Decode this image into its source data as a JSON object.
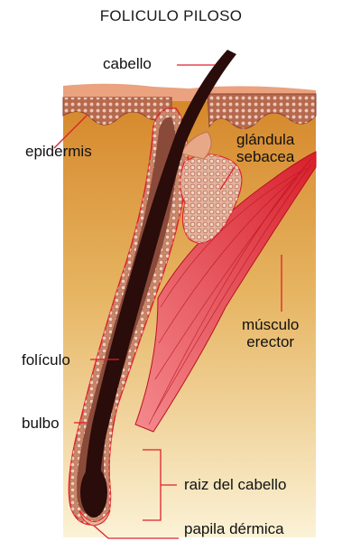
{
  "title": "FOLICULO PILOSO",
  "labels": {
    "cabello": "cabello",
    "epidermis": "epidermis",
    "glandula_line1": "glándula",
    "glandula_line2": "sebacea",
    "musculo_line1": "músculo",
    "musculo_line2": "erector",
    "foliculo": "folículo",
    "bulbo": "bulbo",
    "raiz": "raiz del cabello",
    "papila": "papila dérmica"
  },
  "colors": {
    "leader_line": "#e0202a",
    "skin_surface": "#e9a07c",
    "dermis_top": "#d88a2e",
    "dermis_bottom": "#f6e7bf",
    "hair": "#2a0c0a",
    "follicle_wall": "#8a4a3a",
    "muscle": "#e5303a",
    "gland": "#c9a08a"
  }
}
